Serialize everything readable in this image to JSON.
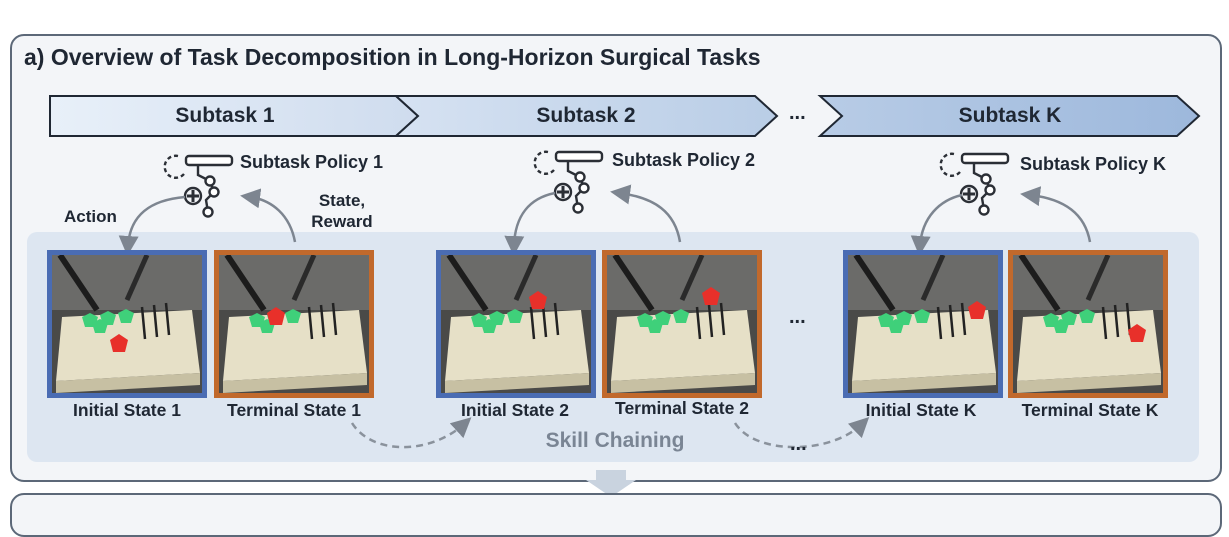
{
  "panel": {
    "title": "a) Overview of Task Decomposition in Long-Horizon Surgical Tasks"
  },
  "subtasks": [
    {
      "label": "Subtask 1",
      "policy": "Subtask Policy 1",
      "initial": "Initial State 1",
      "terminal": "Terminal State 1"
    },
    {
      "label": "Subtask 2",
      "policy": "Subtask Policy 2",
      "initial": "Initial State 2",
      "terminal": "Terminal State 2"
    },
    {
      "label": "Subtask K",
      "policy": "Subtask Policy K",
      "initial": "Initial State K",
      "terminal": "Terminal State K"
    }
  ],
  "annotations": {
    "action": "Action",
    "state_reward_line1": "State,",
    "state_reward_line2": "Reward",
    "ellipsis": "...",
    "skill_chaining": "Skill Chaining"
  },
  "colors": {
    "initial_border": "#4a6cb3",
    "terminal_border": "#c1692c",
    "peg_green": "#3fd07a",
    "block_red": "#e8302a"
  }
}
